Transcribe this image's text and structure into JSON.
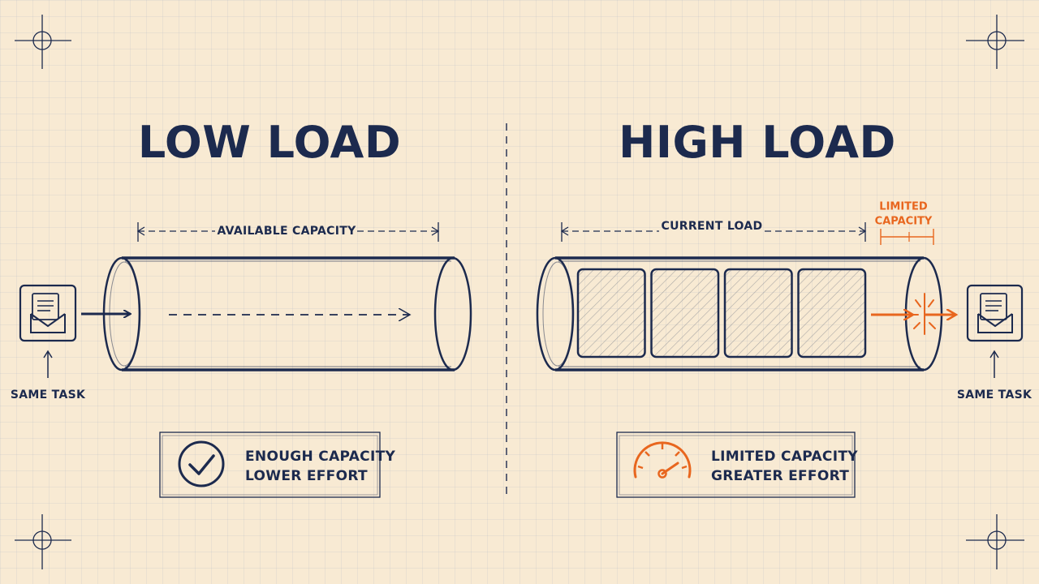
{
  "left": {
    "title": "LOW LOAD",
    "dimension_label": "AVAILABLE CAPACITY",
    "task_label": "SAME TASK",
    "status_line1": "ENOUGH CAPACITY",
    "status_line2": "LOWER EFFORT",
    "status_icon": "checkmark-circle-icon",
    "task_icon": "envelope-document-icon"
  },
  "right": {
    "title": "HIGH LOAD",
    "dimension_label": "CURRENT LOAD",
    "limited_label_line1": "LIMITED",
    "limited_label_line2": "CAPACITY",
    "task_label": "SAME TASK",
    "status_line1": "LIMITED CAPACITY",
    "status_line2": "GREATER EFFORT",
    "status_icon": "speedometer-gauge-icon",
    "task_icon": "envelope-document-icon",
    "load_blocks": 4
  },
  "colors": {
    "background": "#f8ead3",
    "ink": "#1c2a4e",
    "accent": "#e8661e"
  }
}
